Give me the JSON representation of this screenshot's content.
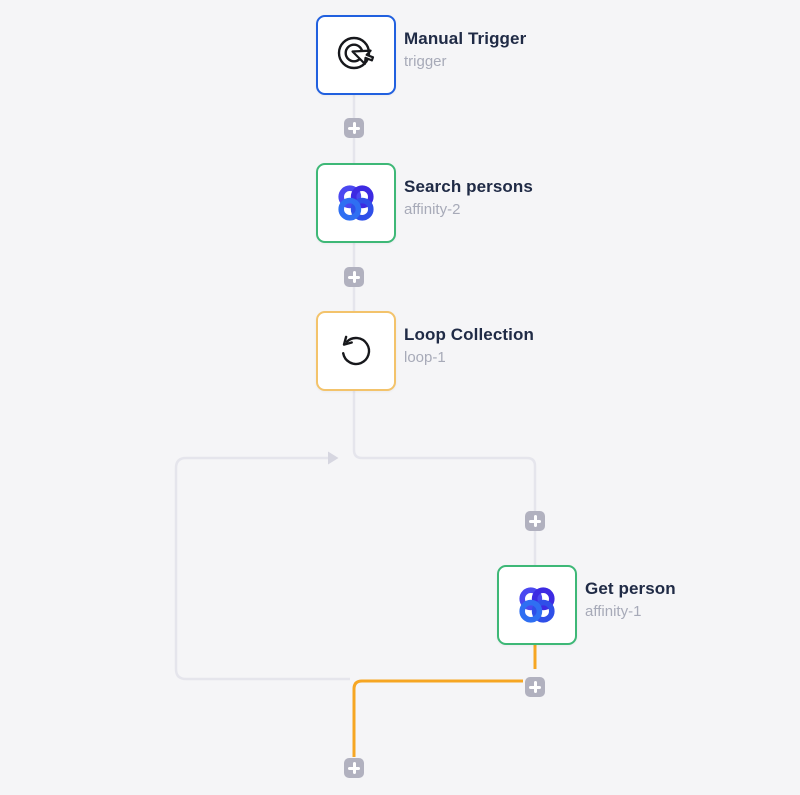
{
  "canvas": {
    "background_color": "#f5f5f7",
    "connector_color": "#e5e5ec",
    "arrowhead_color": "#d6d6e0",
    "active_path_color": "#f6a623",
    "plus_button_color": "#b1b1bf",
    "title_color": "#202b46",
    "subtitle_color": "#a7aab8"
  },
  "nodes": [
    {
      "id": "manual-trigger",
      "title": "Manual Trigger",
      "subtitle": "trigger",
      "icon": "click-cursor-icon",
      "border_color": "#2160df"
    },
    {
      "id": "search-persons",
      "title": "Search persons",
      "subtitle": "affinity-2",
      "icon": "affinity-icon",
      "border_color": "#3eb877"
    },
    {
      "id": "loop-collection",
      "title": "Loop Collection",
      "subtitle": "loop-1",
      "icon": "loop-arrow-icon",
      "border_color": "#f3c36b"
    },
    {
      "id": "get-person",
      "title": "Get person",
      "subtitle": "affinity-1",
      "icon": "affinity-icon",
      "border_color": "#3eb877"
    }
  ],
  "affinity_icon_colors": {
    "top_left": "#4b48f0",
    "top_right": "#3d2ae2",
    "bottom_left": "#2f6ff2",
    "bottom_right": "#2f4fe8"
  },
  "plus_buttons": [
    {
      "id": "add-after-trigger"
    },
    {
      "id": "add-after-search-persons"
    },
    {
      "id": "add-loop-body-first-step"
    },
    {
      "id": "add-after-get-person"
    },
    {
      "id": "add-after-loop"
    }
  ]
}
